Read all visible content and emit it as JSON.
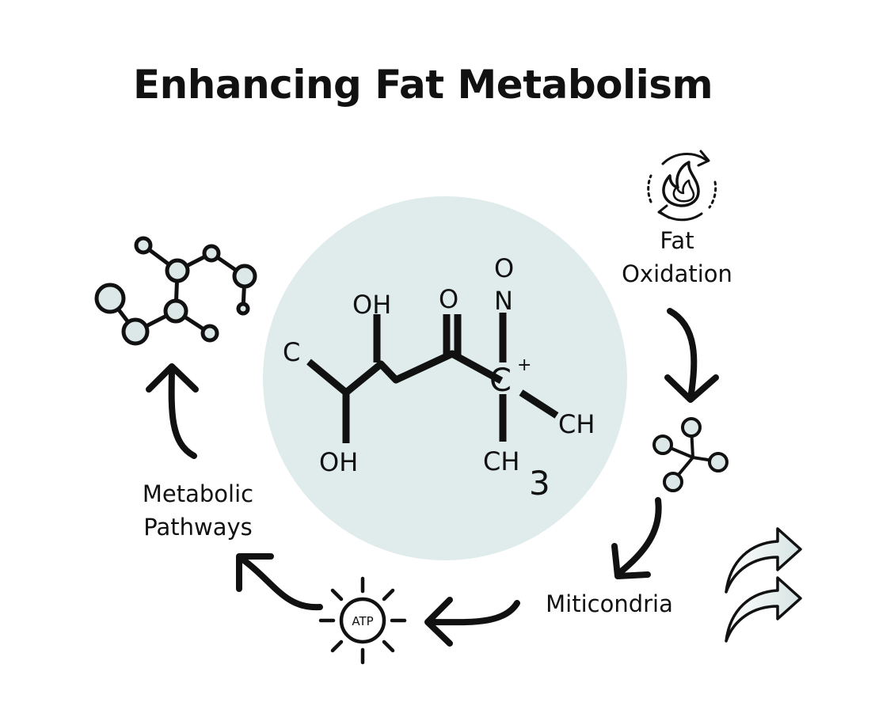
{
  "title": "Enhancing Fat Metabolism",
  "labels": {
    "fat_oxidation": [
      "Fat",
      "Oxidation"
    ],
    "metabolic_pathways": [
      "Metabolic",
      "Pathways"
    ],
    "mitochondria": "Miticondria"
  },
  "atp_label": "ATP",
  "molecule_atoms": {
    "c_left": "C",
    "oh_top": "OH",
    "oh_bottom": "OH",
    "o_ketone": "O",
    "o_nitroso": "O",
    "n": "N",
    "c_plus": "C",
    "plus": "+",
    "ch": "CH",
    "ch3": "CH",
    "subscript_3": "3"
  },
  "colors": {
    "circle_fill": "#dfeceb",
    "node_fill": "#dbe8e7",
    "stroke": "#111111",
    "background": "#ffffff"
  },
  "icons": [
    "fire-cycle-icon",
    "molecule-network-icon",
    "molecule-small-icon",
    "atp-sun-icon",
    "double-arrow-icon"
  ]
}
